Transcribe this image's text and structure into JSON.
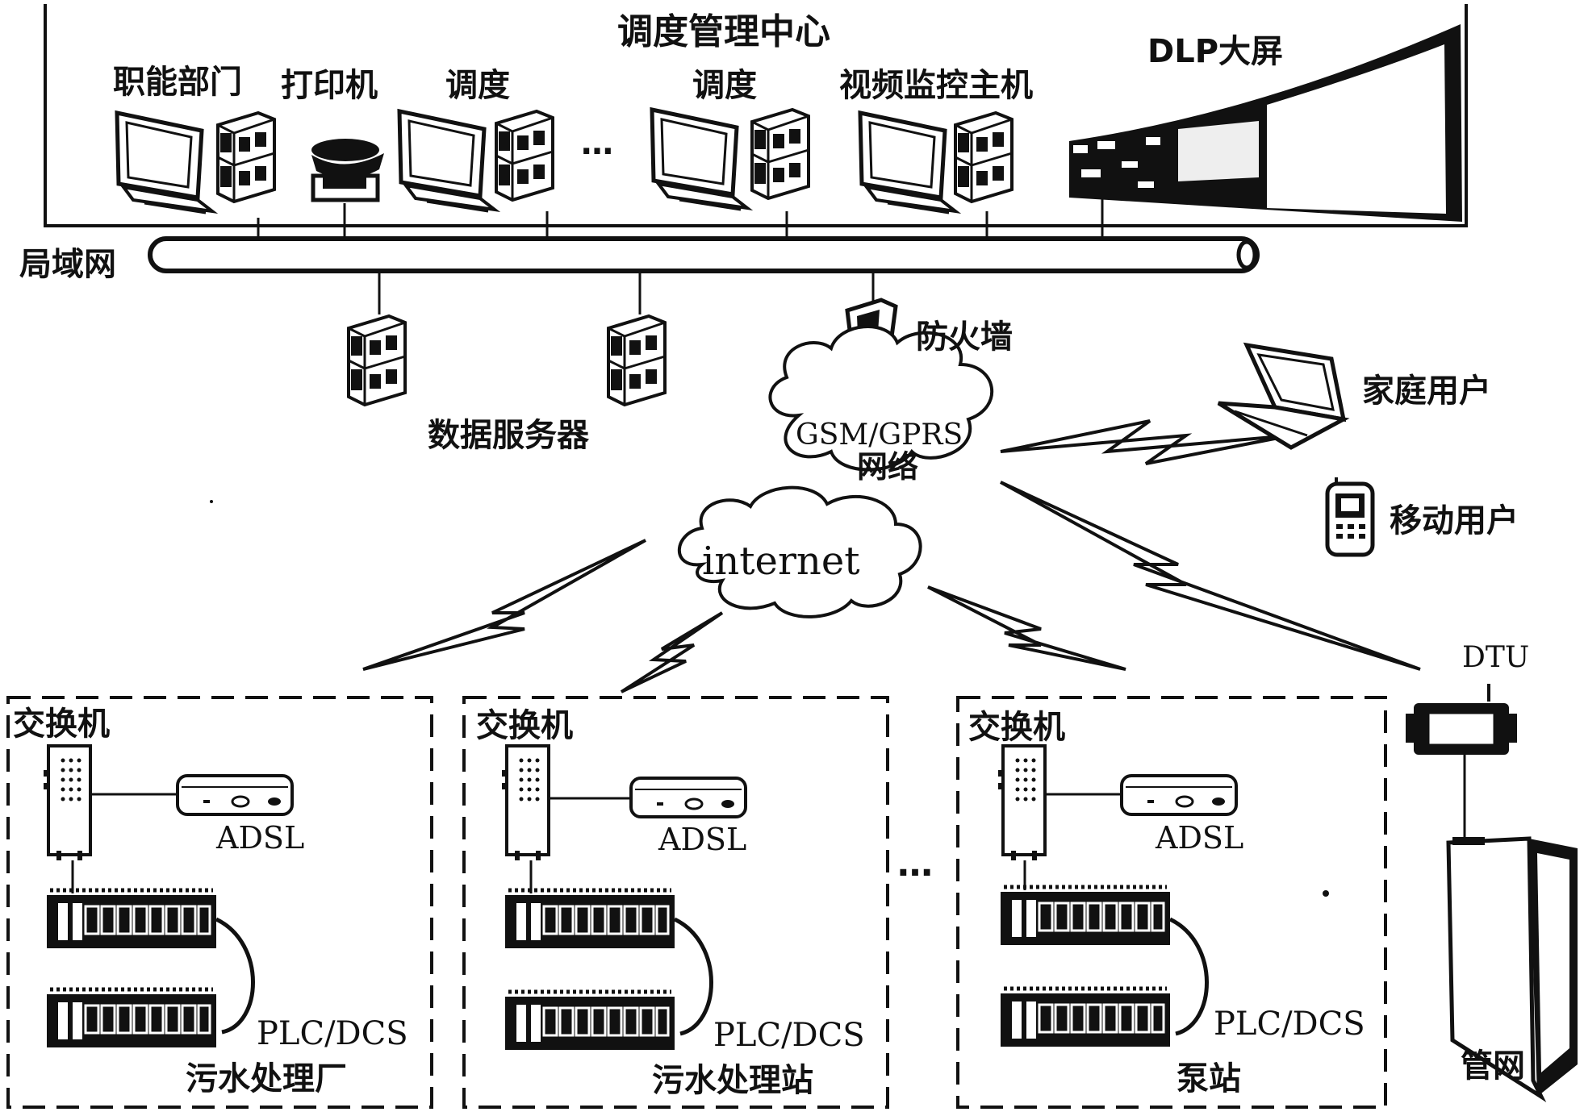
{
  "center": {
    "title": "调度管理中心"
  },
  "devices": {
    "functional_dept": "职能部门",
    "printer": "打印机",
    "dispatch_1": "调度",
    "dispatch_2": "调度",
    "ellipsis_top": "…",
    "video_host": "视频监控主机",
    "dlp": "DLP大屏"
  },
  "lan": {
    "label": "局域网"
  },
  "servers": {
    "label": "数据服务器"
  },
  "firewall": {
    "label": "防火墙"
  },
  "gsm": {
    "line1": "GSM/GPRS",
    "line2": "网络"
  },
  "internet": {
    "label": "internet"
  },
  "users": {
    "home": "家庭用户",
    "mobile": "移动用户"
  },
  "dtu": {
    "label": "DTU"
  },
  "pipe_network": {
    "label": "管网"
  },
  "sites": [
    {
      "switch": "交换机",
      "adsl": "ADSL",
      "plc": "PLC/DCS",
      "name": "污水处理厂"
    },
    {
      "switch": "交换机",
      "adsl": "ADSL",
      "plc": "PLC/DCS",
      "name": "污水处理站"
    },
    {
      "switch": "交换机",
      "adsl": "ADSL",
      "plc": "PLC/DCS",
      "name": "泵站"
    }
  ],
  "ellipsis_sites": "…",
  "colors": {
    "line": "#111111",
    "background": "#ffffff"
  }
}
